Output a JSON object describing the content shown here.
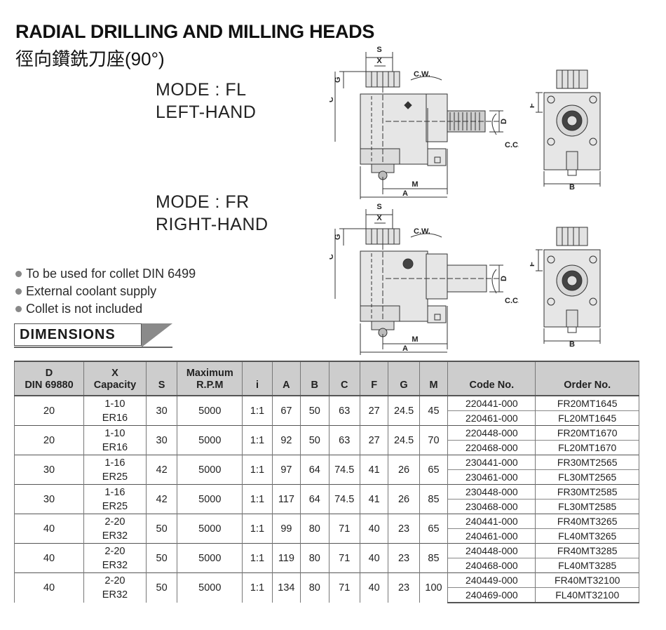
{
  "title": "RADIAL DRILLING AND MILLING HEADS",
  "subtitle": "徑向鑽銑刀座(90°)",
  "modes": [
    {
      "name": "MODE : FL",
      "hand": "LEFT-HAND"
    },
    {
      "name": "MODE : FR",
      "hand": "RIGHT-HAND"
    }
  ],
  "diagram_labels": {
    "s": "S",
    "x": "X",
    "g": "G",
    "c": "C",
    "d": "D",
    "f": "F",
    "m": "M",
    "a": "A",
    "b": "B",
    "cw": "C.W.",
    "ccw": "C.C.W"
  },
  "features": [
    "To be used for collet DIN 6499",
    "External coolant supply",
    "Collet is not included"
  ],
  "section_title": "DIMENSIONS",
  "table": {
    "headers": {
      "d": [
        "D",
        "DIN 69880"
      ],
      "x": [
        "X",
        "Capacity"
      ],
      "s": "S",
      "rpm": [
        "Maximum",
        "R.P.M"
      ],
      "i": "i",
      "a": "A",
      "b": "B",
      "c": "C",
      "f": "F",
      "g": "G",
      "m": "M",
      "code": "Code No.",
      "order": "Order No."
    },
    "rows": [
      {
        "d": "20",
        "x1": "1-10",
        "x2": "ER16",
        "s": "30",
        "rpm": "5000",
        "i": "1:1",
        "a": "67",
        "b": "50",
        "c": "63",
        "f": "27",
        "g": "24.5",
        "m": "45",
        "codes": [
          "220441-000",
          "220461-000"
        ],
        "orders": [
          "FR20MT1645",
          "FL20MT1645"
        ]
      },
      {
        "d": "20",
        "x1": "1-10",
        "x2": "ER16",
        "s": "30",
        "rpm": "5000",
        "i": "1:1",
        "a": "92",
        "b": "50",
        "c": "63",
        "f": "27",
        "g": "24.5",
        "m": "70",
        "codes": [
          "220448-000",
          "220468-000"
        ],
        "orders": [
          "FR20MT1670",
          "FL20MT1670"
        ]
      },
      {
        "d": "30",
        "x1": "1-16",
        "x2": "ER25",
        "s": "42",
        "rpm": "5000",
        "i": "1:1",
        "a": "97",
        "b": "64",
        "c": "74.5",
        "f": "41",
        "g": "26",
        "m": "65",
        "codes": [
          "230441-000",
          "230461-000"
        ],
        "orders": [
          "FR30MT2565",
          "FL30MT2565"
        ]
      },
      {
        "d": "30",
        "x1": "1-16",
        "x2": "ER25",
        "s": "42",
        "rpm": "5000",
        "i": "1:1",
        "a": "117",
        "b": "64",
        "c": "74.5",
        "f": "41",
        "g": "26",
        "m": "85",
        "codes": [
          "230448-000",
          "230468-000"
        ],
        "orders": [
          "FR30MT2585",
          "FL30MT2585"
        ]
      },
      {
        "d": "40",
        "x1": "2-20",
        "x2": "ER32",
        "s": "50",
        "rpm": "5000",
        "i": "1:1",
        "a": "99",
        "b": "80",
        "c": "71",
        "f": "40",
        "g": "23",
        "m": "65",
        "codes": [
          "240441-000",
          "240461-000"
        ],
        "orders": [
          "FR40MT3265",
          "FL40MT3265"
        ]
      },
      {
        "d": "40",
        "x1": "2-20",
        "x2": "ER32",
        "s": "50",
        "rpm": "5000",
        "i": "1:1",
        "a": "119",
        "b": "80",
        "c": "71",
        "f": "40",
        "g": "23",
        "m": "85",
        "codes": [
          "240448-000",
          "240468-000"
        ],
        "orders": [
          "FR40MT3285",
          "FL40MT3285"
        ]
      },
      {
        "d": "40",
        "x1": "2-20",
        "x2": "ER32",
        "s": "50",
        "rpm": "5000",
        "i": "1:1",
        "a": "134",
        "b": "80",
        "c": "71",
        "f": "40",
        "g": "23",
        "m": "100",
        "codes": [
          "240449-000",
          "240469-000"
        ],
        "orders": [
          "FR40MT32100",
          "FL40MT32100"
        ]
      }
    ]
  }
}
